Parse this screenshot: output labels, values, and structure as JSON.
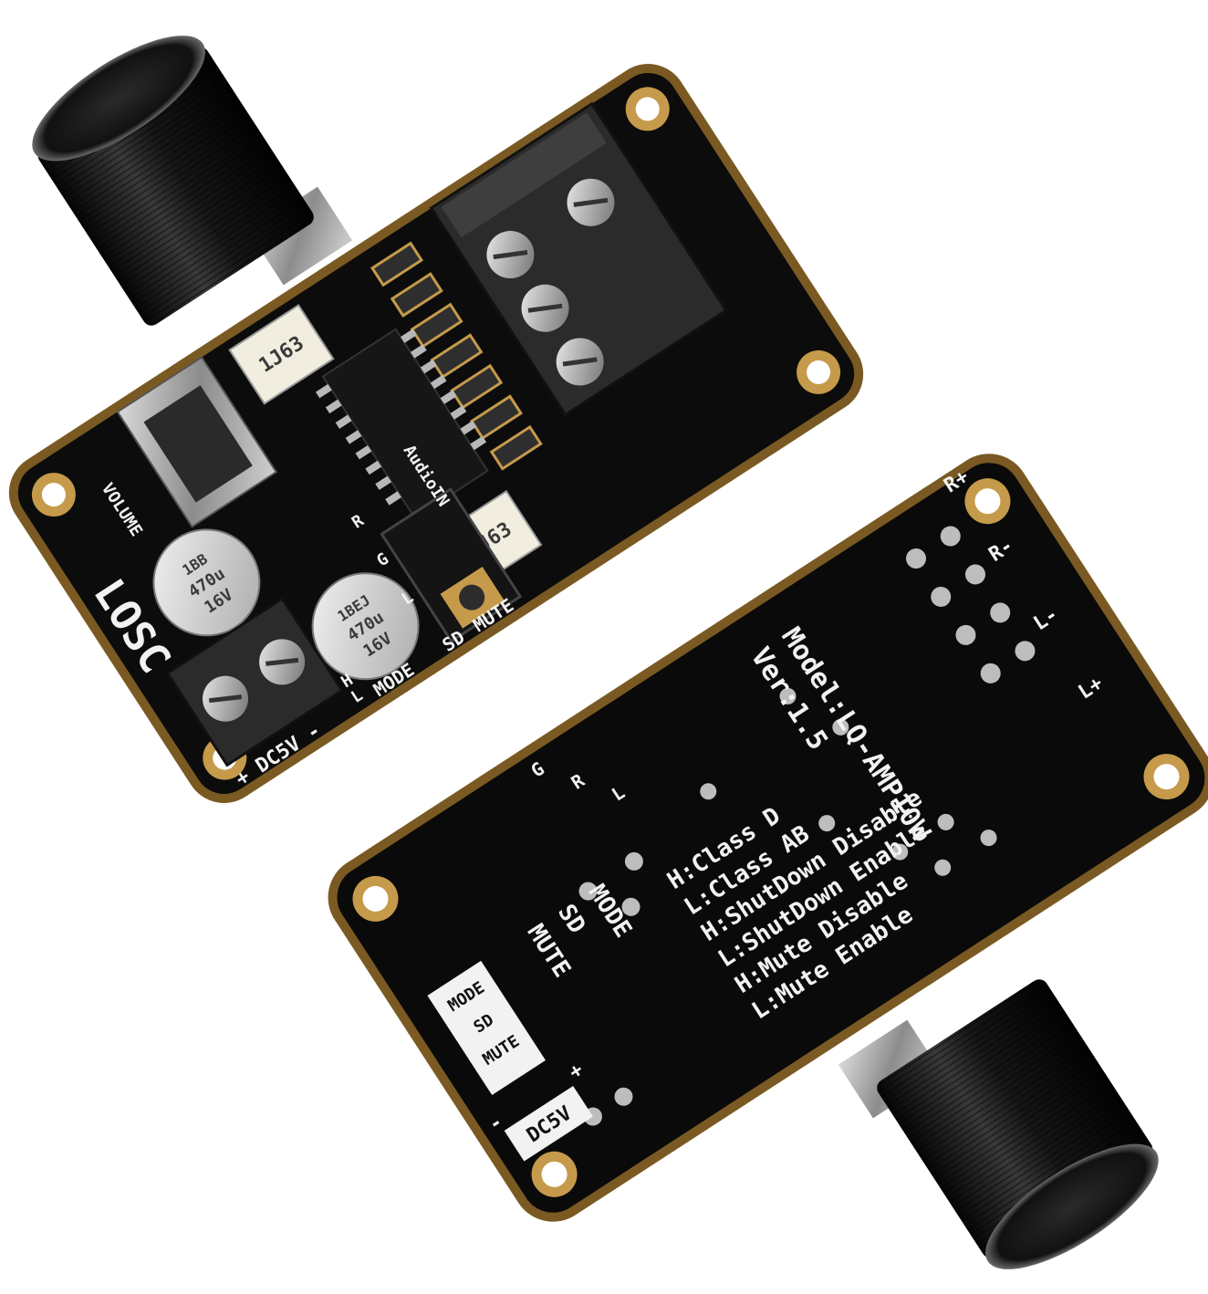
{
  "scene": {
    "description_colors": {
      "background": "#ffffff",
      "pcb": "#0b0b0b",
      "pcb_edge": "#7a5a22",
      "pad_gold": "#c59a4a",
      "silkscreen": "#f2f2f2",
      "knob": "#121212"
    }
  },
  "front_board": {
    "brand_logo": "LOSC",
    "volume_label": "VOLUME",
    "power_label": "+ DC5V -",
    "pin_mode": "MODE",
    "pin_sd": "SD",
    "pin_mute": "MUTE",
    "pin_h": "H",
    "pin_l": "L",
    "audio_in": "AudioIN",
    "jack_r": "R",
    "jack_g": "G",
    "jack_l": "L",
    "inductor_1": "1J63",
    "inductor_2": "1J63",
    "cap_1": [
      "1BB",
      "470u",
      "16V"
    ],
    "cap_2": [
      "1BEJ",
      "470u",
      "16V"
    ]
  },
  "back_board": {
    "model": "Model:LQ-AMP10W",
    "version": "Ver:1.5",
    "out_r_plus": "R+",
    "out_r_minus": "R-",
    "out_l_minus": "L-",
    "out_l_plus": "L+",
    "in_g": "G",
    "in_r": "R",
    "in_l": "L",
    "mode_desc_label": "MODE",
    "mode_h": "H:Class D",
    "mode_l": "L:Class AB",
    "sd_desc_label": "SD",
    "sd_h": "H:ShutDown Disable",
    "sd_l": "L:ShutDown Enable",
    "mute_desc_label": "MUTE",
    "mute_h": "H:Mute Disable",
    "mute_l": "L:Mute Enable",
    "pin_box_mode": "MODE",
    "pin_box_sd": "SD",
    "pin_box_mute": "MUTE",
    "power_label": "DC5V",
    "power_minus": "-",
    "power_plus": "+"
  }
}
